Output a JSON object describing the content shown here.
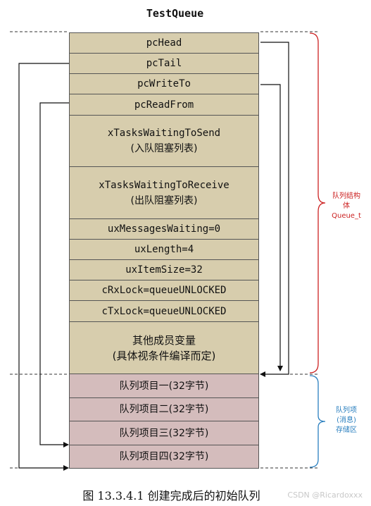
{
  "title": "TestQueue",
  "queue_fields": [
    {
      "label": "pcHead"
    },
    {
      "label": "pcTail"
    },
    {
      "label": "pcWriteTo"
    },
    {
      "label": "pcReadFrom"
    },
    {
      "label": "xTasksWaitingToSend",
      "sub": "(入队阻塞列表)"
    },
    {
      "label": "xTasksWaitingToReceive",
      "sub": "(出队阻塞列表)"
    },
    {
      "label": "uxMessagesWaiting=0"
    },
    {
      "label": "uxLength=4"
    },
    {
      "label": "uxItemSize=32"
    },
    {
      "label": "cRxLock=queueUNLOCKED"
    },
    {
      "label": "cTxLock=queueUNLOCKED"
    },
    {
      "label": "其他成员变量",
      "sub": "(具体视条件编译而定)"
    }
  ],
  "storage_items": [
    {
      "label": "队列项目一(32字节)"
    },
    {
      "label": "队列项目二(32字节)"
    },
    {
      "label": "队列项目三(32字节)"
    },
    {
      "label": "队列项目四(32字节)"
    }
  ],
  "brace_queue": {
    "line1": "队列结构",
    "line2": "体",
    "line3": "Queue_t",
    "color": "#cc2222"
  },
  "brace_storage": {
    "line1": "队列项",
    "line2": "(消息)",
    "line3": "存储区",
    "color": "#2a7fbf"
  },
  "caption": "图 13.3.4.1 创建完成后的初始队列",
  "watermark": "CSDN @Ricardoxxx"
}
